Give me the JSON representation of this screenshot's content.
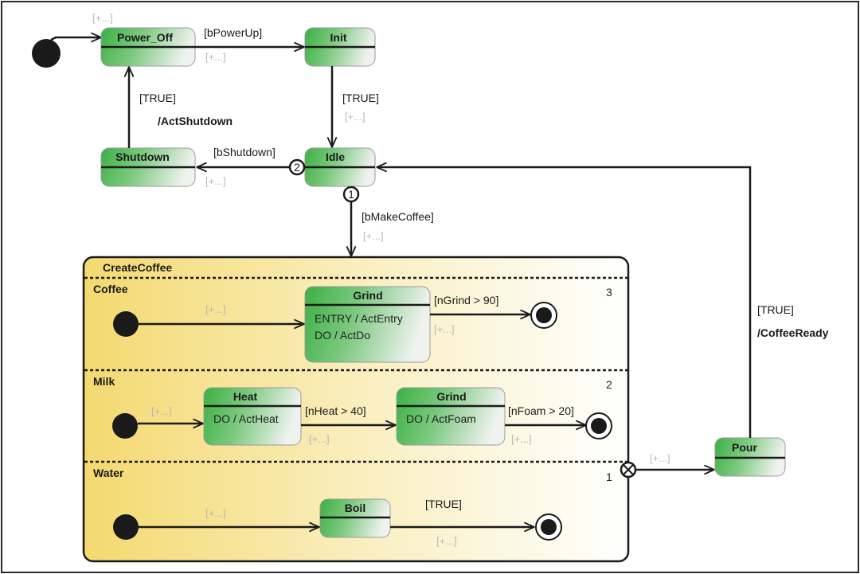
{
  "diagram": {
    "type": "state-machine",
    "states": {
      "power_off": {
        "name": "Power_Off",
        "actions": []
      },
      "init": {
        "name": "Init",
        "actions": []
      },
      "idle": {
        "name": "Idle",
        "actions": []
      },
      "shutdown": {
        "name": "Shutdown",
        "actions": []
      },
      "pour": {
        "name": "Pour",
        "actions": []
      }
    },
    "composite": {
      "name": "CreateCoffee",
      "regions": [
        {
          "name": "Coffee",
          "priority": "3",
          "states": [
            {
              "name": "Grind",
              "actions": [
                "ENTRY / ActEntry",
                "DO / ActDo"
              ]
            }
          ],
          "transitions": [
            {
              "from": "initial",
              "to": "Grind",
              "guard": "",
              "placeholder": "[+...]"
            },
            {
              "from": "Grind",
              "to": "final",
              "guard": "[nGrind > 90]",
              "placeholder": "[+...]"
            }
          ]
        },
        {
          "name": "Milk",
          "priority": "2",
          "states": [
            {
              "name": "Heat",
              "actions": [
                "DO / ActHeat"
              ]
            },
            {
              "name": "Grind",
              "actions": [
                "DO / ActFoam"
              ]
            }
          ],
          "transitions": [
            {
              "from": "initial",
              "to": "Heat",
              "guard": "",
              "placeholder": "[+...]"
            },
            {
              "from": "Heat",
              "to": "Grind",
              "guard": "[nHeat > 40]",
              "placeholder": "[+...]"
            },
            {
              "from": "Grind",
              "to": "final",
              "guard": "[nFoam > 20]",
              "placeholder": "[+...]"
            }
          ]
        },
        {
          "name": "Water",
          "priority": "1",
          "states": [
            {
              "name": "Boil",
              "actions": []
            }
          ],
          "transitions": [
            {
              "from": "initial",
              "to": "Boil",
              "guard": "",
              "placeholder": "[+...]"
            },
            {
              "from": "Boil",
              "to": "final",
              "guard": "[TRUE]",
              "placeholder": "[+...]"
            }
          ]
        }
      ]
    },
    "transitions": {
      "initial_to_power_off": {
        "guard": "",
        "placeholder": "[+...]"
      },
      "power_off_to_init": {
        "guard": "[bPowerUp]",
        "placeholder": "[+...]"
      },
      "init_to_idle": {
        "guard": "[TRUE]",
        "placeholder": "[+...]"
      },
      "idle_to_shutdown": {
        "guard": "[bShutdown]",
        "placeholder": "[+...]",
        "priority": "2"
      },
      "shutdown_to_power_off": {
        "guard": "[TRUE]",
        "action": "/ActShutdown"
      },
      "idle_to_create_coffee": {
        "guard": "[bMakeCoffee]",
        "placeholder": "[+...]",
        "priority": "1"
      },
      "create_coffee_to_pour": {
        "guard": "",
        "placeholder": "[+...]",
        "exit_marker": "X"
      },
      "pour_to_idle": {
        "guard": "[TRUE]",
        "action": "/CoffeeReady"
      }
    },
    "colors": {
      "state_green": "#3db045",
      "state_light": "#f2f4f2",
      "composite_yellow": "#f5dc7a",
      "composite_light": "#ffffff",
      "line": "#1a1a1a",
      "placeholder": "#b8b8b8"
    }
  }
}
